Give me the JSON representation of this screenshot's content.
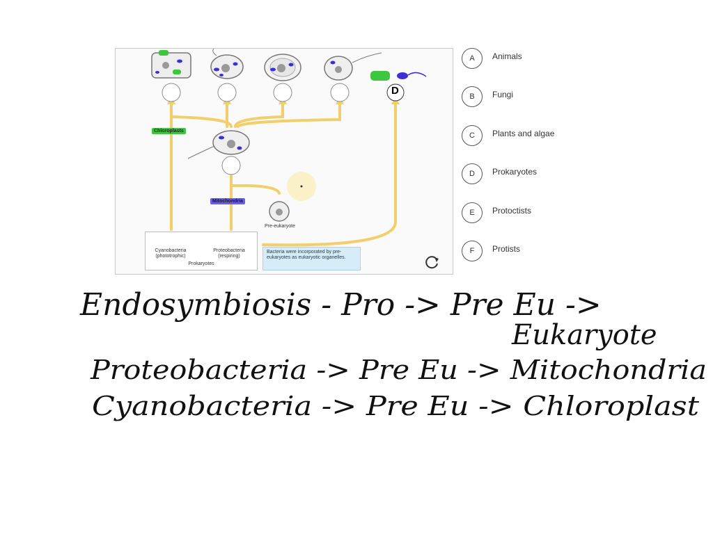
{
  "diagram": {
    "chloroplasts_label": "Chloroplasts",
    "mitochondria_label": "Mitochondria",
    "pre_eukaryote_label": "Pre-eukaryote",
    "cyanobacteria_label_line1": "Cyanobacteria",
    "cyanobacteria_label_line2": "(phototrophic)",
    "proteobacteria_label_line1": "Proteobacteria",
    "proteobacteria_label_line2": "(respiring)",
    "prokaryotes_label": "Prokaryotes",
    "info_text": "Bacteria were incorporated by pre-eukaryotes as eukaryotic organelles.",
    "d_drop_value": "D",
    "colors": {
      "arrow": "#f2cf6b",
      "chloroplast": "#3ec63e",
      "mitochondria": "#3d2fd6",
      "panel_border": "#c9c9c9",
      "info_bg": "#d6ecf7"
    }
  },
  "options": [
    {
      "letter": "A",
      "label": "Animals"
    },
    {
      "letter": "B",
      "label": "Fungi"
    },
    {
      "letter": "C",
      "label": "Plants and algae"
    },
    {
      "letter": "D",
      "label": "Prokaryotes"
    },
    {
      "letter": "E",
      "label": "Protoctists"
    },
    {
      "letter": "F",
      "label": "Protists"
    }
  ],
  "handwritten_notes": {
    "line1": "Endosymbiosis - Pro -> Pre Eu ->",
    "line1b": "Eukaryote",
    "line2": "Proteobacteria -> Pre Eu -> Mitochondria",
    "line3": "Cyanobacteria -> Pre Eu -> Chloroplast"
  },
  "icons": {
    "refresh": "refresh-icon"
  }
}
